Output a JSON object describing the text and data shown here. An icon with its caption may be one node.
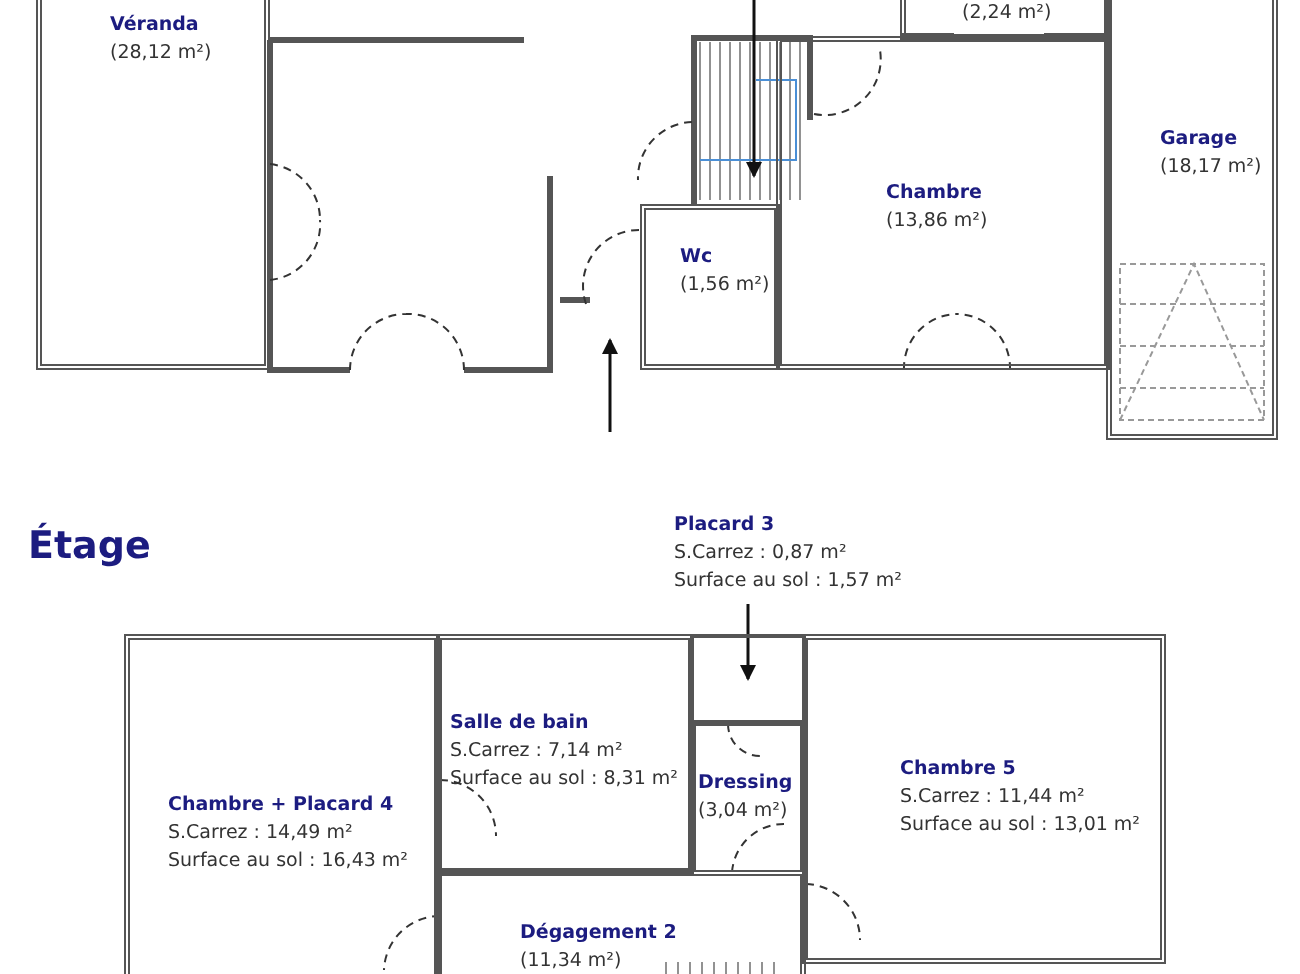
{
  "diagram": {
    "nodes": [
      {
        "text": [
          "Véranda",
          "(28,12 m²)"
        ]
      },
      {
        "text": [
          "(2,24 m²)"
        ]
      },
      {
        "text": [
          "Garage",
          "(18,17 m²)"
        ]
      },
      {
        "text": [
          "Chambre",
          "(13,86 m²)"
        ]
      },
      {
        "text": [
          "Wc",
          "(1,56 m²)"
        ]
      },
      {
        "text": [
          "Placard 3",
          "S.Carrez : 0,87 m²",
          "Surface au sol : 1,57 m²"
        ]
      },
      {
        "text": [
          "Salle de bain",
          "S.Carrez : 7,14 m²",
          "Surface au sol : 8,31 m²"
        ]
      },
      {
        "text": [
          "Chambre + Placard 4",
          "S.Carrez : 14,49 m²",
          "Surface au sol : 16,43 m²"
        ]
      },
      {
        "text": [
          "Dressing",
          "(3,04 m²)"
        ]
      },
      {
        "text": [
          "Chambre 5",
          "S.Carrez : 11,44 m²",
          "Surface au sol : 13,01 m²"
        ]
      },
      {
        "text": [
          "Dégagement 2",
          "(11,34 m²)"
        ]
      },
      {
        "text": [],
        "shape": "box"
      }
    ],
    "edges": [
      {
        "from": 5,
        "to": 11,
        "arrow": "to"
      }
    ],
    "labels": [
      "Étage"
    ]
  }
}
